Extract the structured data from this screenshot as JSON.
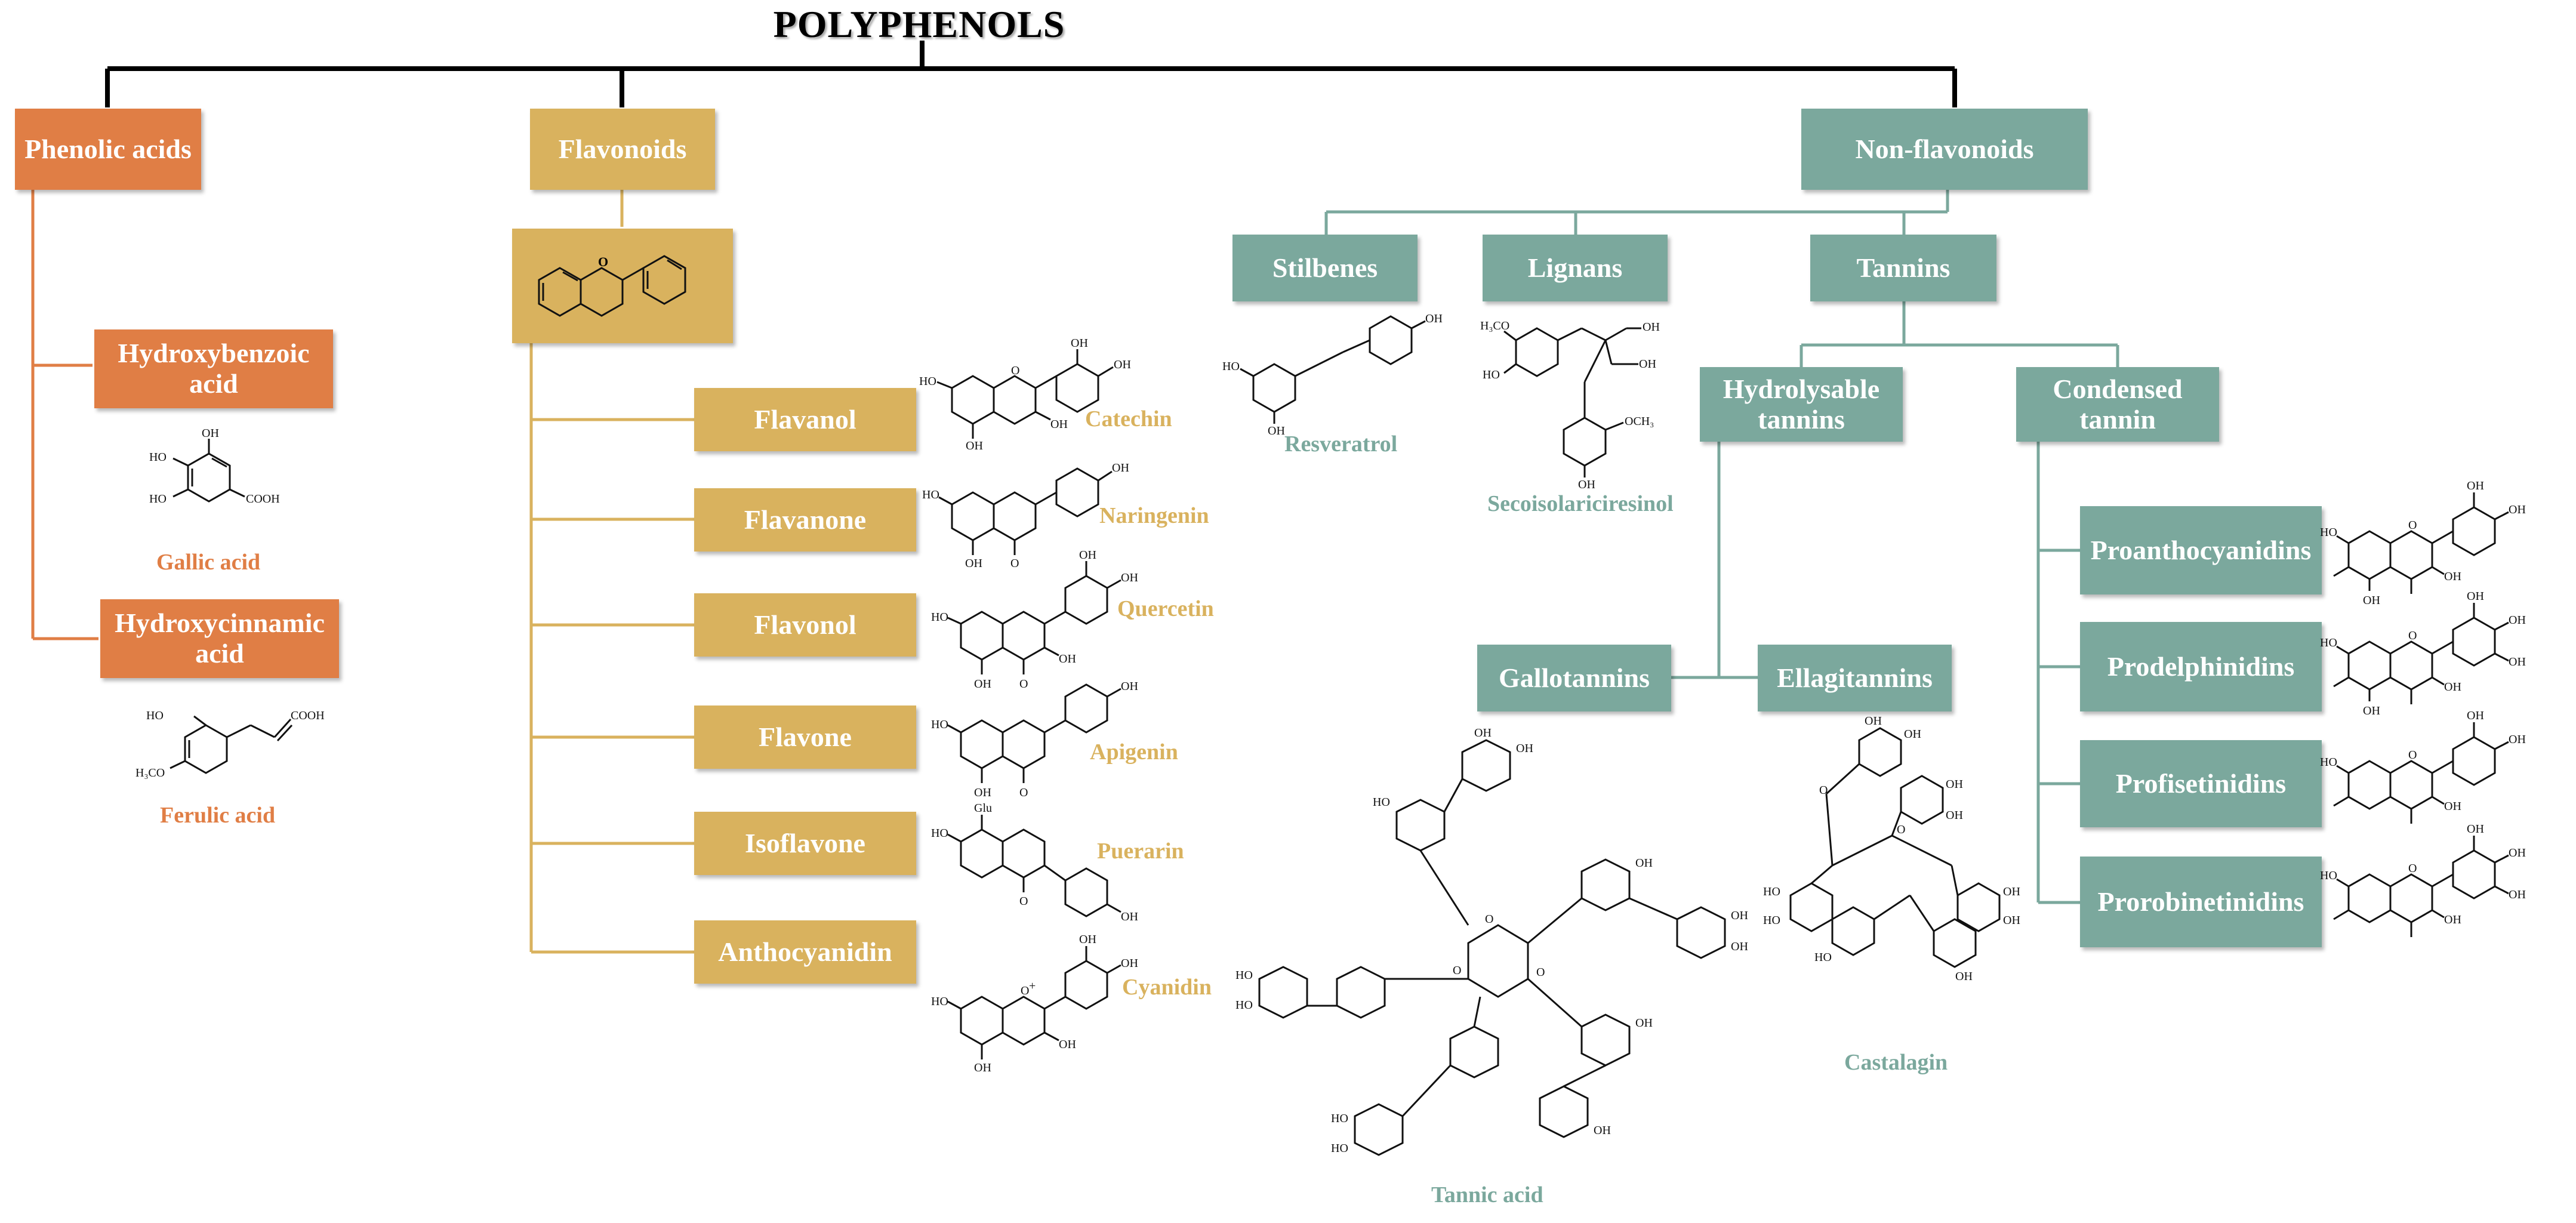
{
  "title": "POLYPHENOLS",
  "categories": {
    "phenolic": {
      "label": "Phenolic acids",
      "color": "#E07E45",
      "children": [
        {
          "label": "Hydroxybenzoic acid",
          "example": "Gallic acid"
        },
        {
          "label": "Hydroxycinnamic acid",
          "example": "Ferulic acid"
        }
      ]
    },
    "flavonoids": {
      "label": "Flavonoids",
      "color": "#D9B25E",
      "children": [
        {
          "label": "Flavanol",
          "example": "Catechin"
        },
        {
          "label": "Flavanone",
          "example": "Naringenin"
        },
        {
          "label": "Flavonol",
          "example": "Quercetin"
        },
        {
          "label": "Flavone",
          "example": "Apigenin"
        },
        {
          "label": "Isoflavone",
          "example": "Puerarin"
        },
        {
          "label": "Anthocyanidin",
          "example": "Cyanidin"
        }
      ]
    },
    "nonflavonoids": {
      "label": "Non-flavonoids",
      "color": "#7BA89D",
      "children": [
        {
          "label": "Stilbenes",
          "example": "Resveratrol"
        },
        {
          "label": "Lignans",
          "example": "Secoisolariciresinol"
        },
        {
          "label": "Tannins"
        }
      ]
    },
    "tannins": {
      "hydrolysable": {
        "label": "Hydrolysable tannins",
        "children": [
          {
            "label": "Gallotannins",
            "example": "Tannic acid"
          },
          {
            "label": "Ellagitannins",
            "example": "Castalagin"
          }
        ]
      },
      "condensed": {
        "label": "Condensed tannin",
        "children": [
          {
            "label": "Proanthocyanidins"
          },
          {
            "label": "Prodelphinidins"
          },
          {
            "label": "Profisetinidins"
          },
          {
            "label": "Prorobinetinidins"
          }
        ]
      }
    }
  },
  "atom_labels": {
    "OH": "OH",
    "HO": "HO",
    "COOH": "COOH",
    "H3CO": "H₃CO",
    "OCH3": "OCH₃",
    "O": "O",
    "Glu": "Glu",
    "plus": "+"
  }
}
